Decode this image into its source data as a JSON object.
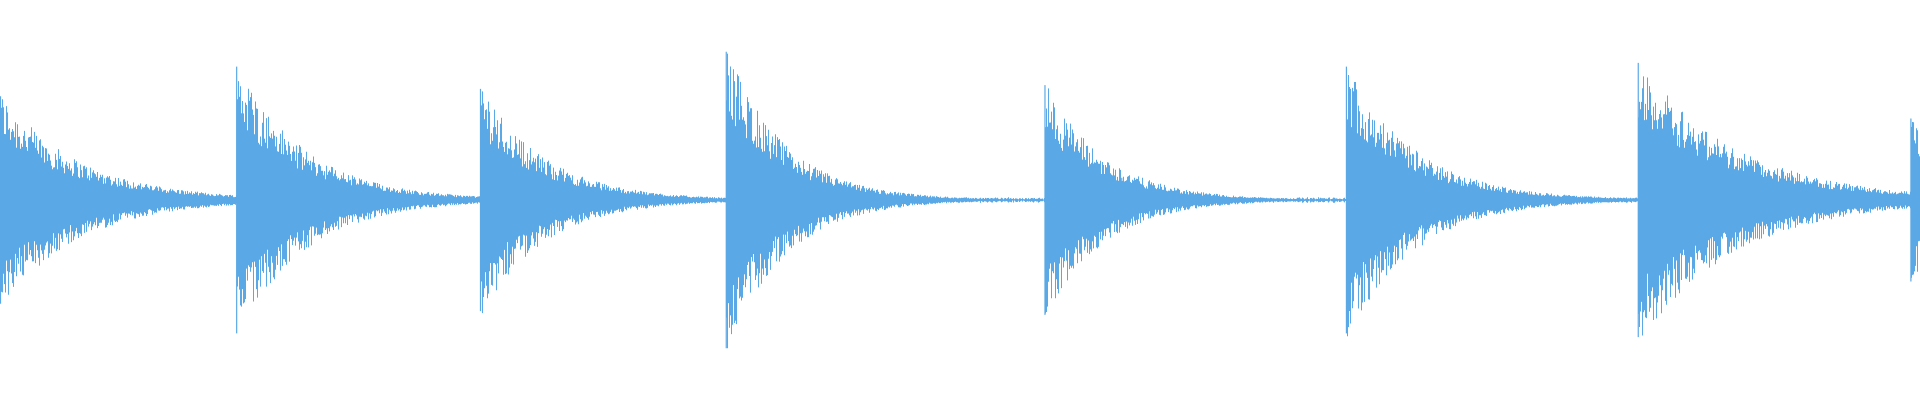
{
  "waveform": {
    "color": "#5aa9e6",
    "background": "#ffffff",
    "transients": [
      {
        "t": 0.0,
        "peak": 0.56,
        "decay": 0.04
      },
      {
        "t": 0.123,
        "peak": 0.72,
        "decay": 0.035
      },
      {
        "t": 0.25,
        "peak": 0.6,
        "decay": 0.033
      },
      {
        "t": 0.378,
        "peak": 0.8,
        "decay": 0.03
      },
      {
        "t": 0.544,
        "peak": 0.62,
        "decay": 0.03
      },
      {
        "t": 0.584,
        "peak": 0.12,
        "decay": 0.008
      },
      {
        "t": 0.598,
        "peak": 0.1,
        "decay": 0.008
      },
      {
        "t": 0.701,
        "peak": 0.72,
        "decay": 0.035
      },
      {
        "t": 0.725,
        "peak": 0.14,
        "decay": 0.01
      },
      {
        "t": 0.853,
        "peak": 0.74,
        "decay": 0.05
      },
      {
        "t": 0.995,
        "peak": 0.44,
        "decay": 0.02
      }
    ],
    "noise_floor": 0.012
  }
}
